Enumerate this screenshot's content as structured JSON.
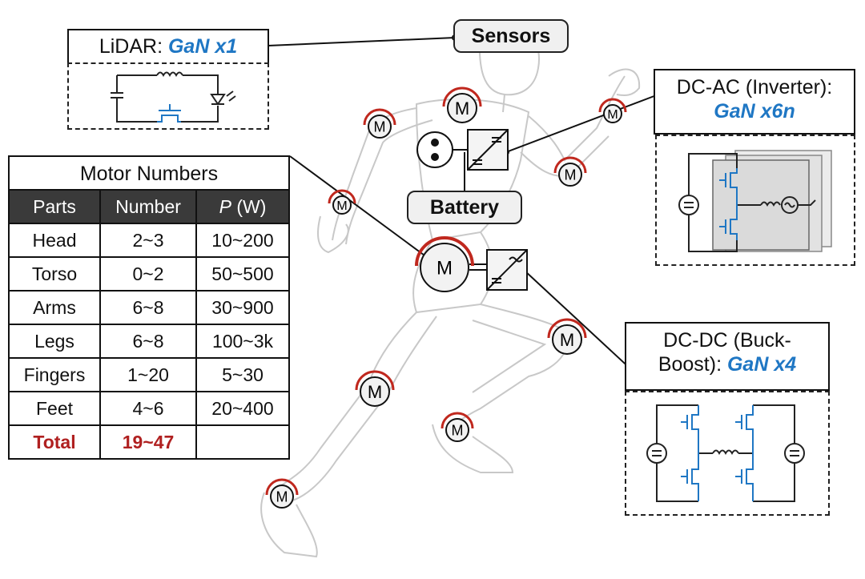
{
  "lidar": {
    "title": "LiDAR:",
    "gan": "GaN x1"
  },
  "sensors": {
    "label": "Sensors"
  },
  "battery": {
    "label": "Battery"
  },
  "inverter": {
    "title": "DC-AC (Inverter):",
    "gan": "GaN x6n"
  },
  "buckboost": {
    "title_line1": "DC-DC (Buck-",
    "title_line2": "Boost):",
    "gan": "GaN x4"
  },
  "motor_table": {
    "caption": "Motor Numbers",
    "headers": [
      "Parts",
      "Number",
      "P",
      "(W)"
    ],
    "rows": [
      [
        "Head",
        "2~3",
        "10~200"
      ],
      [
        "Torso",
        "0~2",
        "50~500"
      ],
      [
        "Arms",
        "6~8",
        "30~900"
      ],
      [
        "Legs",
        "6~8",
        "100~3k"
      ],
      [
        "Fingers",
        "1~20",
        "5~30"
      ],
      [
        "Feet",
        "4~6",
        "20~400"
      ]
    ],
    "total": [
      "Total",
      "19~47",
      ""
    ]
  },
  "motor_symbol": "M",
  "colors": {
    "gan_blue": "#1f77c4",
    "total_red": "#b02020",
    "arc_red": "#c0281e",
    "header_dark": "#3a3a3a"
  }
}
